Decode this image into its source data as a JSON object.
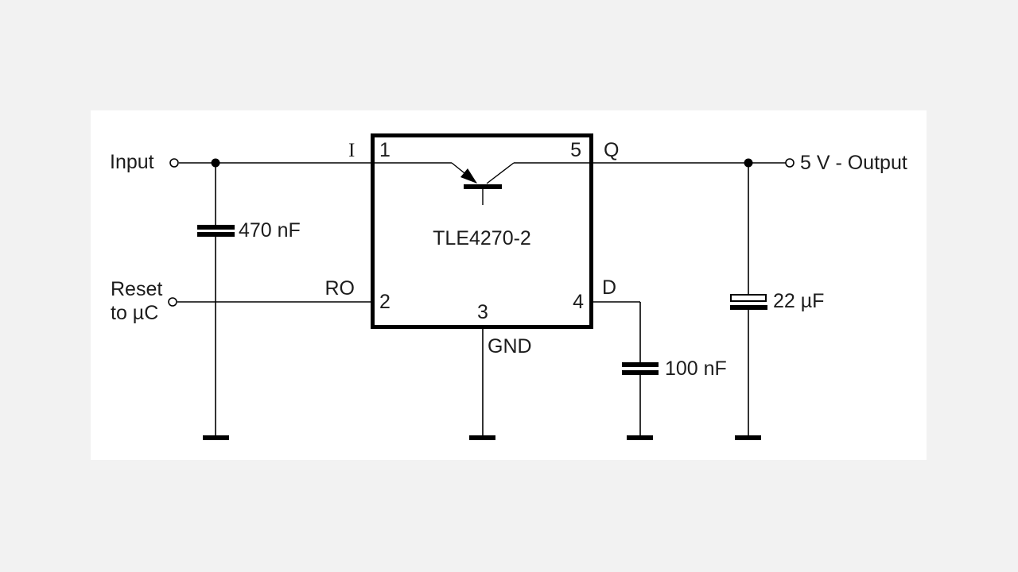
{
  "schematic": {
    "colors": {
      "page_background": "#f2f2f2",
      "canvas_background": "#ffffff",
      "line": "#000000",
      "text": "#1c1c1c"
    },
    "ic": {
      "name": "TLE4270-2",
      "pins": [
        {
          "number": "1",
          "label": "I"
        },
        {
          "number": "5",
          "label": "Q"
        },
        {
          "number": "2",
          "label": "RO"
        },
        {
          "number": "4",
          "label": "D"
        },
        {
          "number": "3",
          "label": "GND"
        }
      ]
    },
    "terminals": {
      "input": "Input",
      "reset_line1": "Reset",
      "reset_line2": "to µC",
      "output": "5 V - Output"
    },
    "capacitors": {
      "input_cap": "470 nF",
      "output_cap": "22 µF",
      "delay_cap": "100 nF"
    }
  }
}
